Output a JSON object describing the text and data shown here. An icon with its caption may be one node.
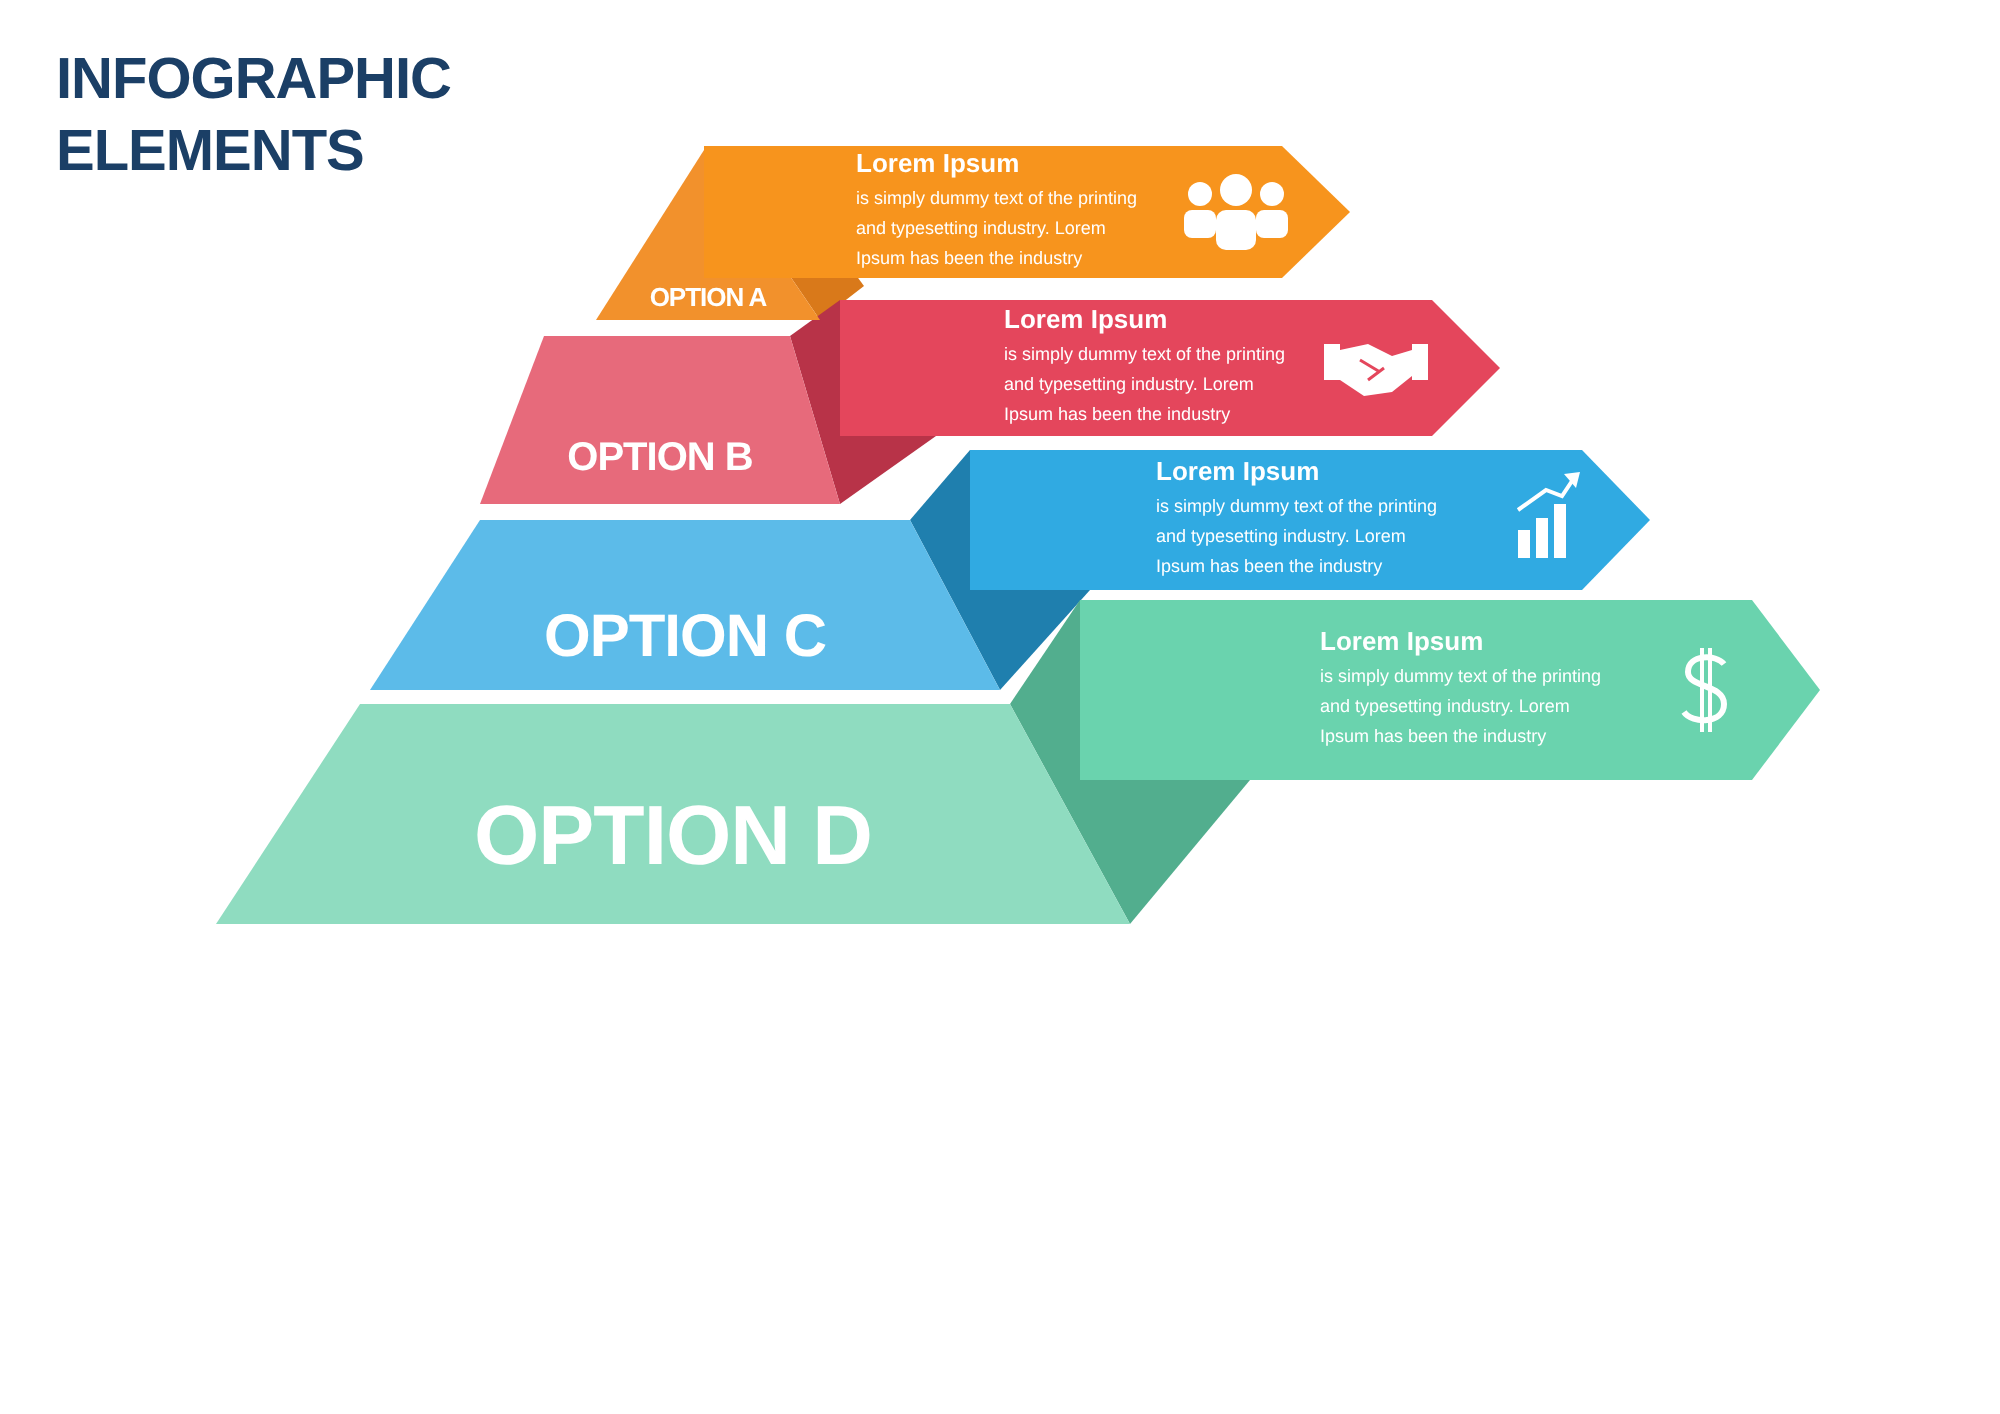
{
  "diagram": {
    "title": "INFOGRAPHIC ELEMENTS",
    "nodes": [
      {
        "text": [
          "OPTION A"
        ]
      },
      {
        "text": [
          "Lorem Ipsum",
          "is simply dummy text of the printing and typesetting industry. Lorem Ipsum has been the industry"
        ]
      },
      {
        "text": [
          "OPTION B"
        ]
      },
      {
        "text": [
          "Lorem Ipsum",
          "is simply dummy text of the printing and typesetting industry. Lorem Ipsum has been the industry"
        ]
      },
      {
        "text": [
          "OPTION C"
        ]
      },
      {
        "text": [
          "Lorem Ipsum",
          "is simply dummy text of the printing and typesetting industry. Lorem Ipsum has been the industry"
        ]
      },
      {
        "text": [
          "OPTION D"
        ]
      },
      {
        "text": [
          "Lorem Ipsum",
          "is simply dummy text of the printing and typesetting industry. Lorem Ipsum has been the industry"
        ]
      }
    ]
  }
}
